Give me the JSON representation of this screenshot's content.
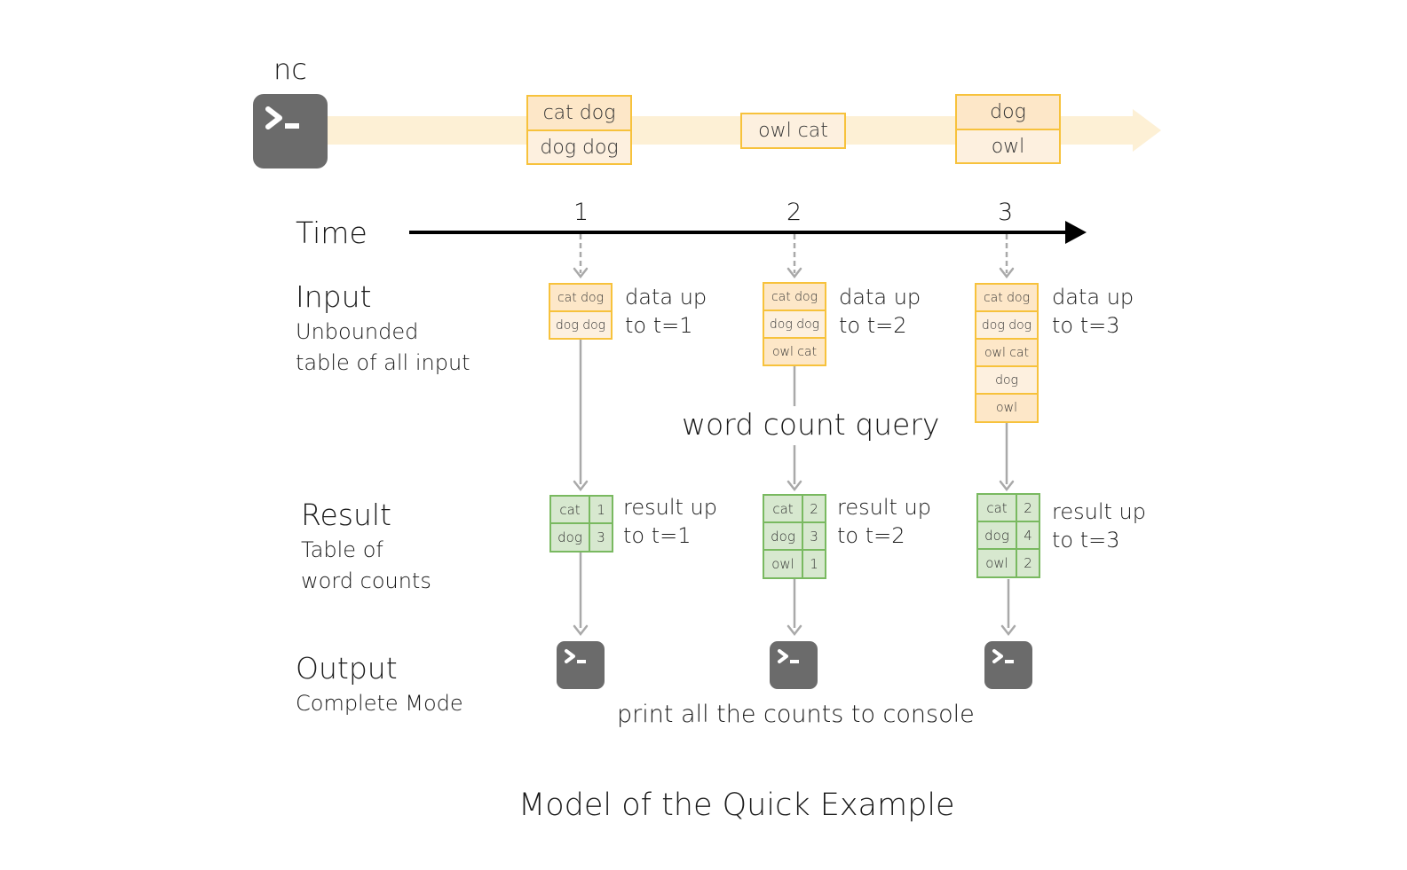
{
  "source": {
    "label": "nc"
  },
  "stream": {
    "batches": [
      [
        "cat dog",
        "dog dog"
      ],
      [
        "owl cat"
      ],
      [
        "dog",
        "owl"
      ]
    ]
  },
  "time": {
    "label": "Time",
    "ticks": [
      "1",
      "2",
      "3"
    ]
  },
  "rows": {
    "input": {
      "title": "Input",
      "subtitle_line1": "Unbounded",
      "subtitle_line2": "table of all input"
    },
    "result": {
      "title": "Result",
      "subtitle_line1": "Table of",
      "subtitle_line2": "word counts"
    },
    "output": {
      "title": "Output",
      "subtitle": "Complete Mode"
    }
  },
  "input_tables": [
    {
      "rows": [
        "cat dog",
        "dog dog"
      ],
      "note_line1": "data up",
      "note_line2": "to t=1"
    },
    {
      "rows": [
        "cat dog",
        "dog dog",
        "owl cat"
      ],
      "note_line1": "data up",
      "note_line2": "to t=2"
    },
    {
      "rows": [
        "cat dog",
        "dog dog",
        "owl cat",
        "dog",
        "owl"
      ],
      "note_line1": "data up",
      "note_line2": "to t=3"
    }
  ],
  "query_label": "word count query",
  "result_tables": [
    {
      "rows": [
        [
          "cat",
          "1"
        ],
        [
          "dog",
          "3"
        ]
      ],
      "note_line1": "result up",
      "note_line2": "to t=1"
    },
    {
      "rows": [
        [
          "cat",
          "2"
        ],
        [
          "dog",
          "3"
        ],
        [
          "owl",
          "1"
        ]
      ],
      "note_line1": "result up",
      "note_line2": "to t=2"
    },
    {
      "rows": [
        [
          "cat",
          "2"
        ],
        [
          "dog",
          "4"
        ],
        [
          "owl",
          "2"
        ]
      ],
      "note_line1": "result up",
      "note_line2": "to t=3"
    }
  ],
  "output_label": "print all the counts to console",
  "caption": "Model of the Quick Example",
  "colors": {
    "input_border": "#f7c23c",
    "input_fill": "#fde7c8",
    "result_border": "#79b960",
    "result_fill": "#d7e8cf",
    "stream_band": "#fdf0d5",
    "terminal": "#6b6b6b",
    "connector": "#a9a9a9"
  },
  "icons": {
    "terminal": "terminal-icon"
  }
}
